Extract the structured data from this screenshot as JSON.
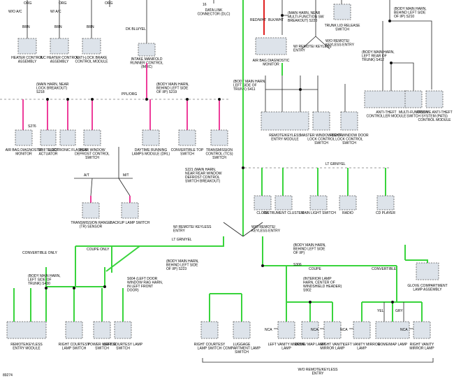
{
  "figure_id": "89274",
  "top_left": {
    "w_o_ac": "W/O A/C",
    "w_ac": "W/ A/C",
    "wire_org": "ORG"
  },
  "components": {
    "heater_ctrl": "HEATER CONTROL ASSEMBLY",
    "ac_heater": "A/C HEATER CONTROL ASSEMBLY",
    "abs": "ANTI-LOCK BRAKE CONTROL MODULE",
    "imrc": "INTAKE MANIFOLD RUNNER CONTROL (IMRC)",
    "dlc": "DATA LINK CONNECTOR (DLC)",
    "airbag_top": "AIR BAG DIAGNOSTIC MONITOR",
    "trunk": "TRUNK LID RELEASE SWITCH",
    "remote_entry_mod": "REMOTE/KEYLESS ENTRY MODULE",
    "master_window": "MASTER WINDOW DOOR LOCK CONTROL SWITCH",
    "right_window": "RIGHT WINDOW DOOR LOCK CONTROL SWITCH",
    "anti_theft": "ANTI-THEFT CONTROLLER MODULE",
    "multi_func": "MULTI-FUNCTION SWITCH",
    "pats": "PASSIVE ANTI-THEFT SYSTEM (PATS) CONTROL MODULE",
    "airbag_mid": "AIR BAG DIAGNOSTIC MONITOR",
    "shift_lock": "SHIFT LOCK ACTUATOR",
    "flasher": "ELECTRONIC FLASHER",
    "rear_defrost": "REAR WINDOW DEFROST CONTROL SWITCH",
    "drl": "DAYTIME RUNNING LAMPS MODULE (DRL)",
    "conv_top": "CONVERTIBLE TOP SWITCH",
    "tcs": "TRANSMISSION CONTROL (TCS) SWITCH",
    "clock": "CLOCK",
    "cluster": "INSTRUMENT CLUSTER",
    "main_light": "MAIN LIGHT SWITCH",
    "radio": "RADIO",
    "cd": "CD PLAYER",
    "trs": "TRANSMISSION RANGE (TR) SENSOR",
    "backup": "BACKUP LAMP SWITCH",
    "glove": "GLOVE COMPARTMENT LAMP ASSEMBLY",
    "remote_entry_bottom": "REMOTE/KEYLESS ENTRY MODULE",
    "r_court_left": "RIGHT COURTESY LAMP SWITCH",
    "power_mirror": "POWER MIRROR SWITCH",
    "l_court": "LEFT COURTESY LAMP SWITCH",
    "r_court_mid": "RIGHT COURTESY LAMP SWITCH",
    "luggage": "LUGGAGE COMPARTMENT LAMP SWITCH",
    "l_vanity_1": "LEFT VANITY MIRROR LAMP",
    "dome_1": "DOME/ MAP LAMP",
    "r_vanity_1": "RIGHT VANITY MIRROR LAMP",
    "l_vanity_2": "LEFT VANITY MIRROR LAMP",
    "dome_2": "DOME/MAP LAMP",
    "r_vanity_2": "RIGHT VANITY MIRROR LAMP"
  },
  "splices": {
    "s218": "(MAIN HARN, NEAR LOCK BREAKOUT) S218",
    "s219": "(BODY MAIN HARN, BEHIND LEFT SIDE OF I/P) S219",
    "s220": "(MAIN HARN, NEAR MULTI-FUNCTION SW BREAKOUT) S220",
    "s210": "(BODY MAIN HARN, BEHIND LEFT SIDE OF I/P) S210",
    "s412": "(BODY MAIN HARN, LEFT REAR OF TRUNK) S412",
    "s411": "(BODY MAIN HARN, LEFT SIDE OF TRUNK) S411",
    "s221": "S221 (MAIN HARN, NEAR REAR WINDOW DEFROST CONTROL SWITCH BREAKOUT)",
    "s223": "(BODY MAIN HARN, BEHIND LEFT SIDE OF I/P) S223",
    "s306": "(BODY MAIN HARN, BEHIND LEFT SIDE OF I/P)",
    "s430": "(BODY MAIN HARN, LEFT SIDE OF TRUNK) S430",
    "s604": "S604 (LEFT DOOR WINDOW RAG HARN, IN LEFT FRONT DOOR)",
    "s902": "(INTERIOR LAMP HARN, CENTER OF WINDSHIELD HEADER) S902"
  },
  "labels": {
    "w_remote": "W/ REMOTE/ KEYLESS ENTRY",
    "wo_remote": "W/O REMOTE/ KEYLESS ENTRY",
    "w_remote_2": "W/ REMOTE/ KEYLESS ENTRY",
    "wo_remote_2": "W/O REMOTE/ KEYLESS ENTRY",
    "wo_remote_bottom": "W/O REMOTE/KEYLESS ENTRY",
    "convertible_only": "CONVERTIBLE ONLY",
    "coupe_only": "COUPE ONLY",
    "coupe": "COUPE",
    "convertible": "CONVERTIBLE",
    "at": "A/T",
    "mt": "M/T",
    "ppl_org": "PPL/ORG",
    "lt_grn_yel": "LT GRN/YEL",
    "dk_blu_yel": "DK BLU/YEL",
    "nca": "NCA",
    "yel": "YEL",
    "gry": "GRY"
  },
  "colors": {
    "pink": "#ee3c9a",
    "green": "#39d43c",
    "red": "#e02020",
    "component": "#dde3ea"
  }
}
